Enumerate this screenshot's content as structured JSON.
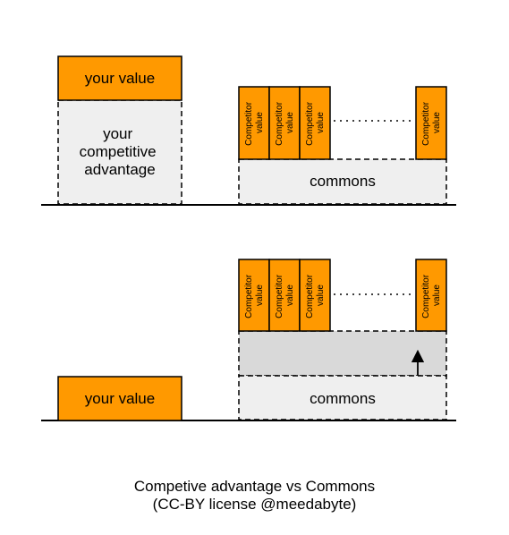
{
  "colors": {
    "orange": "#FF9900",
    "gray_light": "#EFEFEF",
    "gray_dark": "#D9D9D9",
    "black": "#000000"
  },
  "top": {
    "your_value": "your value",
    "advantage_lines": [
      "your",
      "competitive",
      "advantage"
    ],
    "commons": "commons",
    "competitor_lines": [
      "Competitor",
      "value"
    ]
  },
  "bottom": {
    "your_value": "your value",
    "commons": "commons",
    "competitor_lines": [
      "Competitor",
      "value"
    ]
  },
  "caption": {
    "line1": "Competive advantage vs Commons",
    "line2": "(CC-BY license @meedabyte)"
  }
}
